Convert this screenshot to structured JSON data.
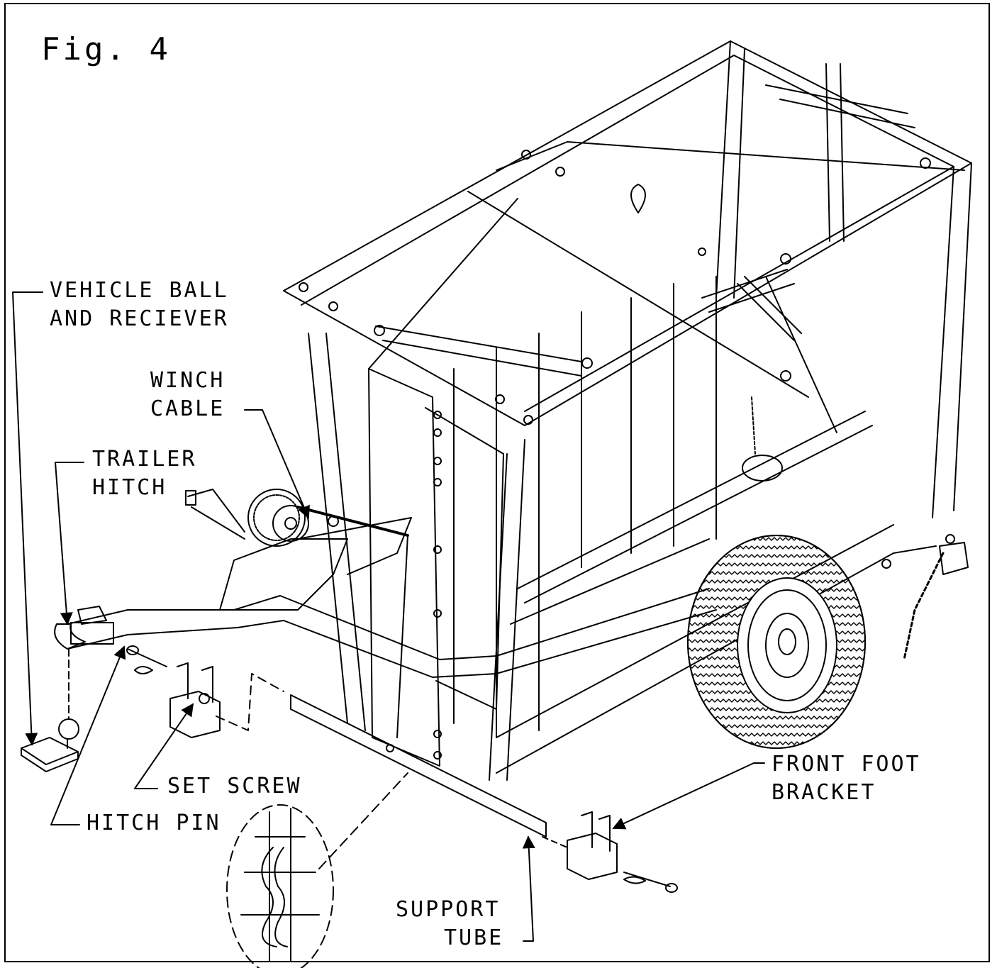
{
  "figure_label": "Fig. 4",
  "callouts": {
    "vehicle_ball_line1": "VEHICLE BALL",
    "vehicle_ball_line2": "AND RECIEVER",
    "winch_cable_line1": "WINCH",
    "winch_cable_line2": "CABLE",
    "trailer_hitch_line1": "TRAILER",
    "trailer_hitch_line2": "HITCH",
    "set_screw": "SET SCREW",
    "hitch_pin": "HITCH PIN",
    "front_foot_line1": "FRONT FOOT",
    "front_foot_line2": "BRACKET",
    "support_tube_line1": "SUPPORT",
    "support_tube_line2": "TUBE"
  },
  "colors": {
    "line": "#000000",
    "background": "#ffffff"
  }
}
